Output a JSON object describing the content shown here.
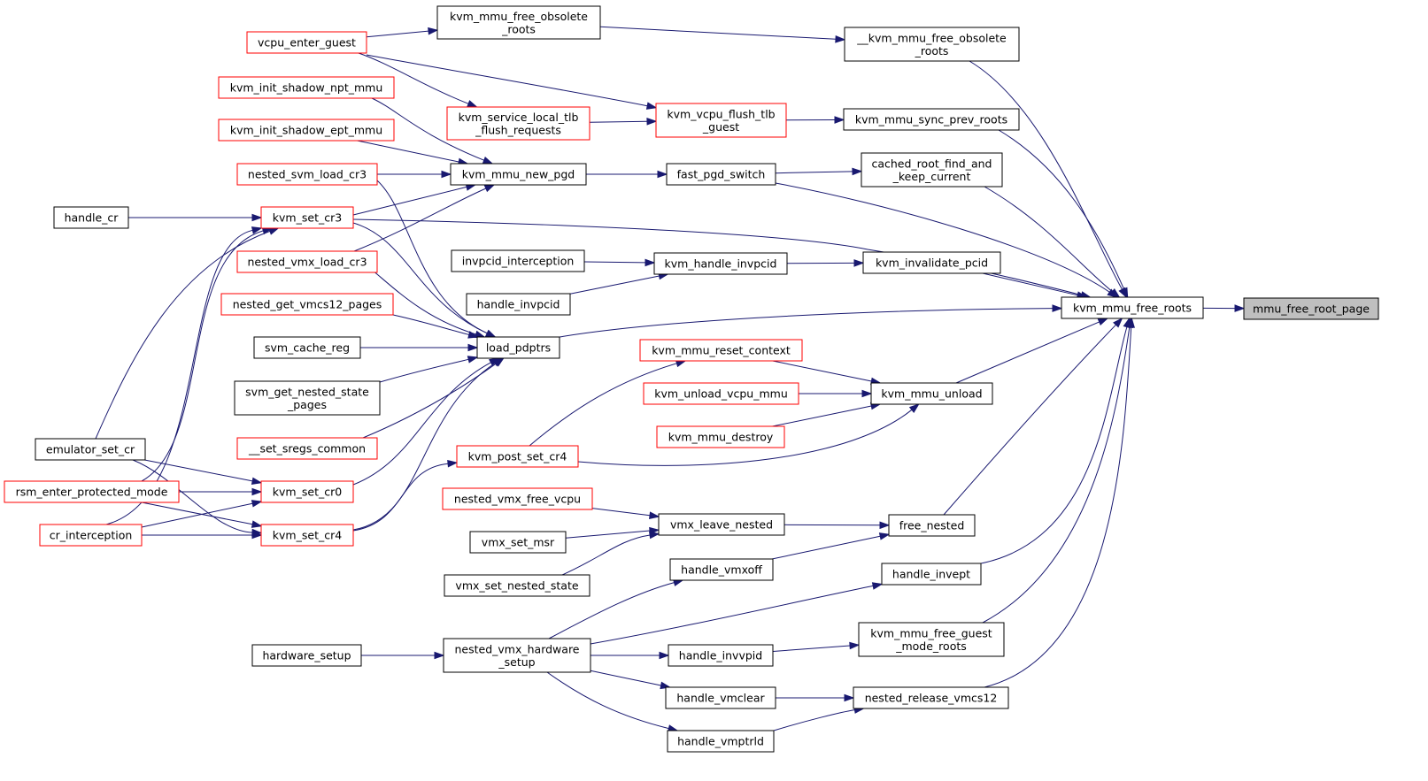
{
  "nodes": {
    "mmu_free_root_page": {
      "lines": [
        "mmu_free_root_page"
      ],
      "style": "root"
    },
    "kvm_mmu_free_roots": {
      "lines": [
        "kvm_mmu_free_roots"
      ],
      "style": "black"
    },
    "__kvm_mmu_free_obsolete_roots": {
      "lines": [
        "__kvm_mmu_free_obsolete",
        "_roots"
      ],
      "style": "black"
    },
    "kvm_mmu_free_obsolete_roots": {
      "lines": [
        "kvm_mmu_free_obsolete",
        "_roots"
      ],
      "style": "black"
    },
    "vcpu_enter_guest": {
      "lines": [
        "vcpu_enter_guest"
      ],
      "style": "red"
    },
    "kvm_mmu_sync_prev_roots": {
      "lines": [
        "kvm_mmu_sync_prev_roots"
      ],
      "style": "black"
    },
    "kvm_vcpu_flush_tlb_guest": {
      "lines": [
        "kvm_vcpu_flush_tlb",
        "_guest"
      ],
      "style": "red"
    },
    "kvm_service_local_tlb_flush_requests": {
      "lines": [
        "kvm_service_local_tlb",
        "_flush_requests"
      ],
      "style": "red"
    },
    "cached_root_find_and_keep_current": {
      "lines": [
        "cached_root_find_and",
        "_keep_current"
      ],
      "style": "black"
    },
    "fast_pgd_switch": {
      "lines": [
        "fast_pgd_switch"
      ],
      "style": "black"
    },
    "kvm_mmu_new_pgd": {
      "lines": [
        "kvm_mmu_new_pgd"
      ],
      "style": "black"
    },
    "kvm_init_shadow_npt_mmu": {
      "lines": [
        "kvm_init_shadow_npt_mmu"
      ],
      "style": "red"
    },
    "kvm_init_shadow_ept_mmu": {
      "lines": [
        "kvm_init_shadow_ept_mmu"
      ],
      "style": "red"
    },
    "nested_svm_load_cr3": {
      "lines": [
        "nested_svm_load_cr3"
      ],
      "style": "red"
    },
    "kvm_set_cr3": {
      "lines": [
        "kvm_set_cr3"
      ],
      "style": "red"
    },
    "nested_vmx_load_cr3": {
      "lines": [
        "nested_vmx_load_cr3"
      ],
      "style": "red"
    },
    "handle_cr": {
      "lines": [
        "handle_cr"
      ],
      "style": "black"
    },
    "kvm_invalidate_pcid": {
      "lines": [
        "kvm_invalidate_pcid"
      ],
      "style": "black"
    },
    "kvm_handle_invpcid": {
      "lines": [
        "kvm_handle_invpcid"
      ],
      "style": "black"
    },
    "invpcid_interception": {
      "lines": [
        "invpcid_interception"
      ],
      "style": "black"
    },
    "handle_invpcid": {
      "lines": [
        "handle_invpcid"
      ],
      "style": "black"
    },
    "load_pdptrs": {
      "lines": [
        "load_pdptrs"
      ],
      "style": "black"
    },
    "nested_get_vmcs12_pages": {
      "lines": [
        "nested_get_vmcs12_pages"
      ],
      "style": "red"
    },
    "svm_cache_reg": {
      "lines": [
        "svm_cache_reg"
      ],
      "style": "black"
    },
    "svm_get_nested_state_pages": {
      "lines": [
        "svm_get_nested_state",
        "_pages"
      ],
      "style": "black"
    },
    "__set_sregs_common": {
      "lines": [
        "__set_sregs_common"
      ],
      "style": "red"
    },
    "kvm_set_cr0": {
      "lines": [
        "kvm_set_cr0"
      ],
      "style": "red"
    },
    "kvm_set_cr4": {
      "lines": [
        "kvm_set_cr4"
      ],
      "style": "red"
    },
    "emulator_set_cr": {
      "lines": [
        "emulator_set_cr"
      ],
      "style": "black"
    },
    "rsm_enter_protected_mode": {
      "lines": [
        "rsm_enter_protected_mode"
      ],
      "style": "red"
    },
    "cr_interception": {
      "lines": [
        "cr_interception"
      ],
      "style": "red"
    },
    "kvm_mmu_unload": {
      "lines": [
        "kvm_mmu_unload"
      ],
      "style": "black"
    },
    "kvm_mmu_reset_context": {
      "lines": [
        "kvm_mmu_reset_context"
      ],
      "style": "red"
    },
    "kvm_unload_vcpu_mmu": {
      "lines": [
        "kvm_unload_vcpu_mmu"
      ],
      "style": "red"
    },
    "kvm_mmu_destroy": {
      "lines": [
        "kvm_mmu_destroy"
      ],
      "style": "red"
    },
    "kvm_post_set_cr4": {
      "lines": [
        "kvm_post_set_cr4"
      ],
      "style": "red"
    },
    "free_nested": {
      "lines": [
        "free_nested"
      ],
      "style": "black"
    },
    "vmx_leave_nested": {
      "lines": [
        "vmx_leave_nested"
      ],
      "style": "black"
    },
    "nested_vmx_free_vcpu": {
      "lines": [
        "nested_vmx_free_vcpu"
      ],
      "style": "red"
    },
    "vmx_set_msr": {
      "lines": [
        "vmx_set_msr"
      ],
      "style": "black"
    },
    "vmx_set_nested_state": {
      "lines": [
        "vmx_set_nested_state"
      ],
      "style": "black"
    },
    "handle_vmxoff": {
      "lines": [
        "handle_vmxoff"
      ],
      "style": "black"
    },
    "handle_invept": {
      "lines": [
        "handle_invept"
      ],
      "style": "black"
    },
    "kvm_mmu_free_guest_mode_roots": {
      "lines": [
        "kvm_mmu_free_guest",
        "_mode_roots"
      ],
      "style": "black"
    },
    "handle_invvpid": {
      "lines": [
        "handle_invvpid"
      ],
      "style": "black"
    },
    "nested_release_vmcs12": {
      "lines": [
        "nested_release_vmcs12"
      ],
      "style": "black"
    },
    "handle_vmclear": {
      "lines": [
        "handle_vmclear"
      ],
      "style": "black"
    },
    "handle_vmptrld": {
      "lines": [
        "handle_vmptrld"
      ],
      "style": "black"
    },
    "nested_vmx_hardware_setup": {
      "lines": [
        "nested_vmx_hardware",
        "_setup"
      ],
      "style": "black"
    },
    "hardware_setup": {
      "lines": [
        "hardware_setup"
      ],
      "style": "black"
    }
  },
  "edges": [
    [
      "kvm_mmu_free_roots",
      "mmu_free_root_page"
    ],
    [
      "__kvm_mmu_free_obsolete_roots",
      "kvm_mmu_free_roots"
    ],
    [
      "kvm_mmu_sync_prev_roots",
      "kvm_mmu_free_roots"
    ],
    [
      "cached_root_find_and_keep_current",
      "kvm_mmu_free_roots"
    ],
    [
      "fast_pgd_switch",
      "kvm_mmu_free_roots"
    ],
    [
      "kvm_invalidate_pcid",
      "kvm_mmu_free_roots"
    ],
    [
      "kvm_set_cr3",
      "kvm_mmu_free_roots"
    ],
    [
      "load_pdptrs",
      "kvm_mmu_free_roots"
    ],
    [
      "kvm_mmu_unload",
      "kvm_mmu_free_roots"
    ],
    [
      "free_nested",
      "kvm_mmu_free_roots"
    ],
    [
      "handle_invept",
      "kvm_mmu_free_roots"
    ],
    [
      "kvm_mmu_free_guest_mode_roots",
      "kvm_mmu_free_roots"
    ],
    [
      "nested_release_vmcs12",
      "kvm_mmu_free_roots"
    ],
    [
      "kvm_mmu_free_obsolete_roots",
      "__kvm_mmu_free_obsolete_roots"
    ],
    [
      "vcpu_enter_guest",
      "kvm_mmu_free_obsolete_roots"
    ],
    [
      "kvm_vcpu_flush_tlb_guest",
      "kvm_mmu_sync_prev_roots"
    ],
    [
      "vcpu_enter_guest",
      "kvm_vcpu_flush_tlb_guest"
    ],
    [
      "kvm_service_local_tlb_flush_requests",
      "kvm_vcpu_flush_tlb_guest"
    ],
    [
      "vcpu_enter_guest",
      "kvm_service_local_tlb_flush_requests"
    ],
    [
      "fast_pgd_switch",
      "cached_root_find_and_keep_current"
    ],
    [
      "kvm_mmu_new_pgd",
      "fast_pgd_switch"
    ],
    [
      "kvm_init_shadow_npt_mmu",
      "kvm_mmu_new_pgd"
    ],
    [
      "kvm_init_shadow_ept_mmu",
      "kvm_mmu_new_pgd"
    ],
    [
      "nested_svm_load_cr3",
      "kvm_mmu_new_pgd"
    ],
    [
      "kvm_set_cr3",
      "kvm_mmu_new_pgd"
    ],
    [
      "nested_vmx_load_cr3",
      "kvm_mmu_new_pgd"
    ],
    [
      "handle_cr",
      "kvm_set_cr3"
    ],
    [
      "emulator_set_cr",
      "kvm_set_cr3"
    ],
    [
      "rsm_enter_protected_mode",
      "kvm_set_cr3"
    ],
    [
      "cr_interception",
      "kvm_set_cr3"
    ],
    [
      "kvm_handle_invpcid",
      "kvm_invalidate_pcid"
    ],
    [
      "invpcid_interception",
      "kvm_handle_invpcid"
    ],
    [
      "handle_invpcid",
      "kvm_handle_invpcid"
    ],
    [
      "nested_svm_load_cr3",
      "load_pdptrs"
    ],
    [
      "kvm_set_cr3",
      "load_pdptrs"
    ],
    [
      "nested_vmx_load_cr3",
      "load_pdptrs"
    ],
    [
      "nested_get_vmcs12_pages",
      "load_pdptrs"
    ],
    [
      "svm_cache_reg",
      "load_pdptrs"
    ],
    [
      "svm_get_nested_state_pages",
      "load_pdptrs"
    ],
    [
      "__set_sregs_common",
      "load_pdptrs"
    ],
    [
      "kvm_set_cr0",
      "load_pdptrs"
    ],
    [
      "kvm_set_cr4",
      "load_pdptrs"
    ],
    [
      "emulator_set_cr",
      "kvm_set_cr0"
    ],
    [
      "rsm_enter_protected_mode",
      "kvm_set_cr0"
    ],
    [
      "cr_interception",
      "kvm_set_cr0"
    ],
    [
      "emulator_set_cr",
      "kvm_set_cr4"
    ],
    [
      "rsm_enter_protected_mode",
      "kvm_set_cr4"
    ],
    [
      "cr_interception",
      "kvm_set_cr4"
    ],
    [
      "kvm_mmu_reset_context",
      "kvm_mmu_unload"
    ],
    [
      "kvm_unload_vcpu_mmu",
      "kvm_mmu_unload"
    ],
    [
      "kvm_mmu_destroy",
      "kvm_mmu_unload"
    ],
    [
      "kvm_post_set_cr4",
      "kvm_mmu_unload"
    ],
    [
      "kvm_post_set_cr4",
      "kvm_mmu_reset_context"
    ],
    [
      "kvm_set_cr4",
      "kvm_post_set_cr4"
    ],
    [
      "vmx_leave_nested",
      "free_nested"
    ],
    [
      "handle_vmxoff",
      "free_nested"
    ],
    [
      "nested_vmx_free_vcpu",
      "vmx_leave_nested"
    ],
    [
      "vmx_set_msr",
      "vmx_leave_nested"
    ],
    [
      "vmx_set_nested_state",
      "vmx_leave_nested"
    ],
    [
      "nested_vmx_hardware_setup",
      "handle_vmxoff"
    ],
    [
      "nested_vmx_hardware_setup",
      "handle_invept"
    ],
    [
      "handle_invvpid",
      "kvm_mmu_free_guest_mode_roots"
    ],
    [
      "nested_vmx_hardware_setup",
      "handle_invvpid"
    ],
    [
      "handle_vmclear",
      "nested_release_vmcs12"
    ],
    [
      "handle_vmptrld",
      "nested_release_vmcs12"
    ],
    [
      "nested_vmx_hardware_setup",
      "handle_vmclear"
    ],
    [
      "nested_vmx_hardware_setup",
      "handle_vmptrld"
    ],
    [
      "hardware_setup",
      "nested_vmx_hardware_setup"
    ]
  ]
}
